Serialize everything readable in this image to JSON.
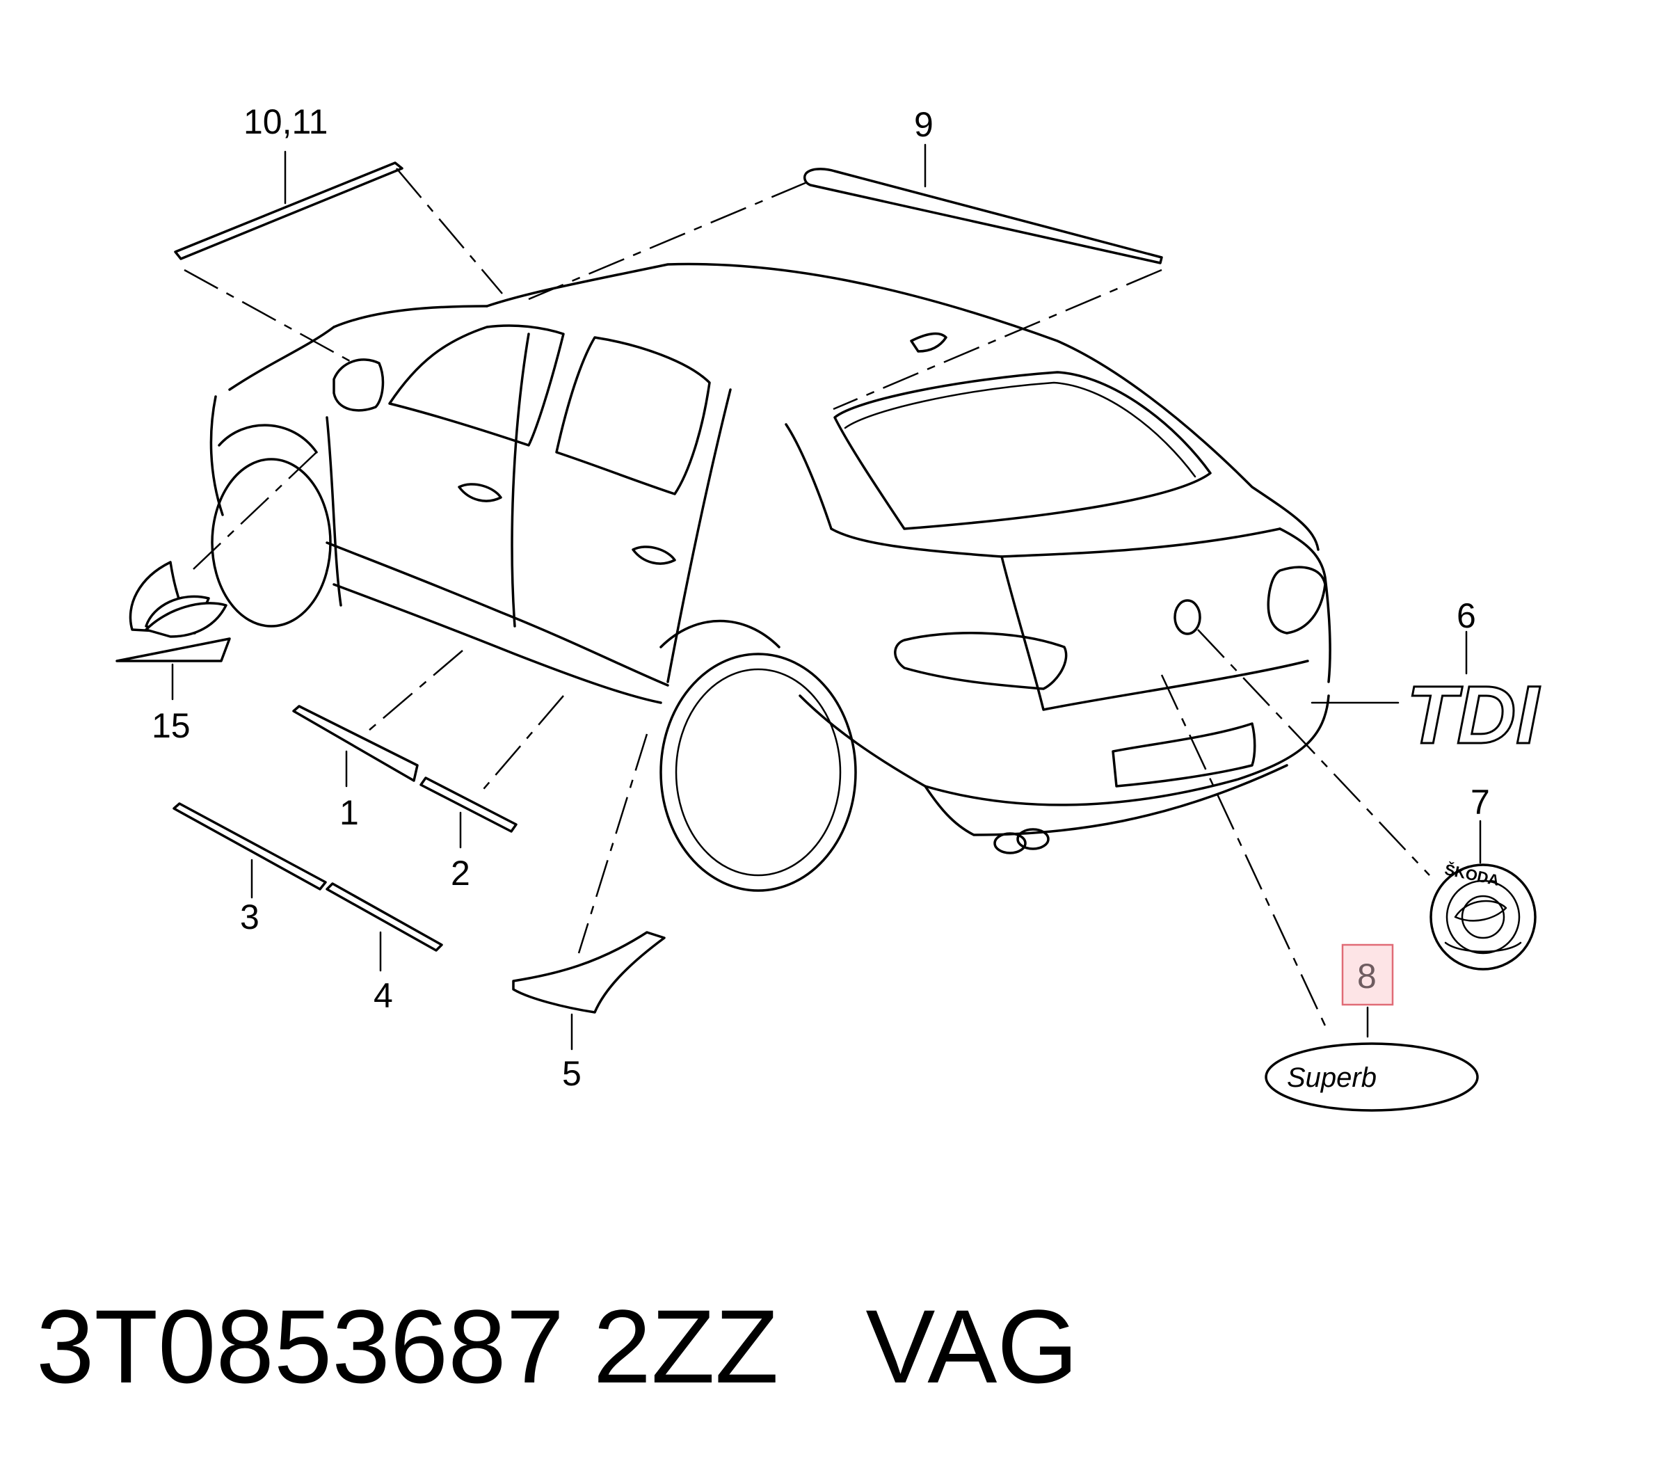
{
  "callouts": {
    "c1": "1",
    "c2": "2",
    "c3": "3",
    "c4": "4",
    "c5": "5",
    "c6": "6",
    "c7": "7",
    "c8": "8",
    "c9": "9",
    "c10_11": "10,11",
    "c15": "15"
  },
  "badges": {
    "tdi": "TDI",
    "skoda": "ŠKODA",
    "superb": "Superb"
  },
  "highlight": {
    "callout": "8",
    "fill": "#fde4e6",
    "stroke": "#e06b76"
  },
  "footer": {
    "part_number": "3T0853687 2ZZ",
    "brand": "VAG"
  }
}
